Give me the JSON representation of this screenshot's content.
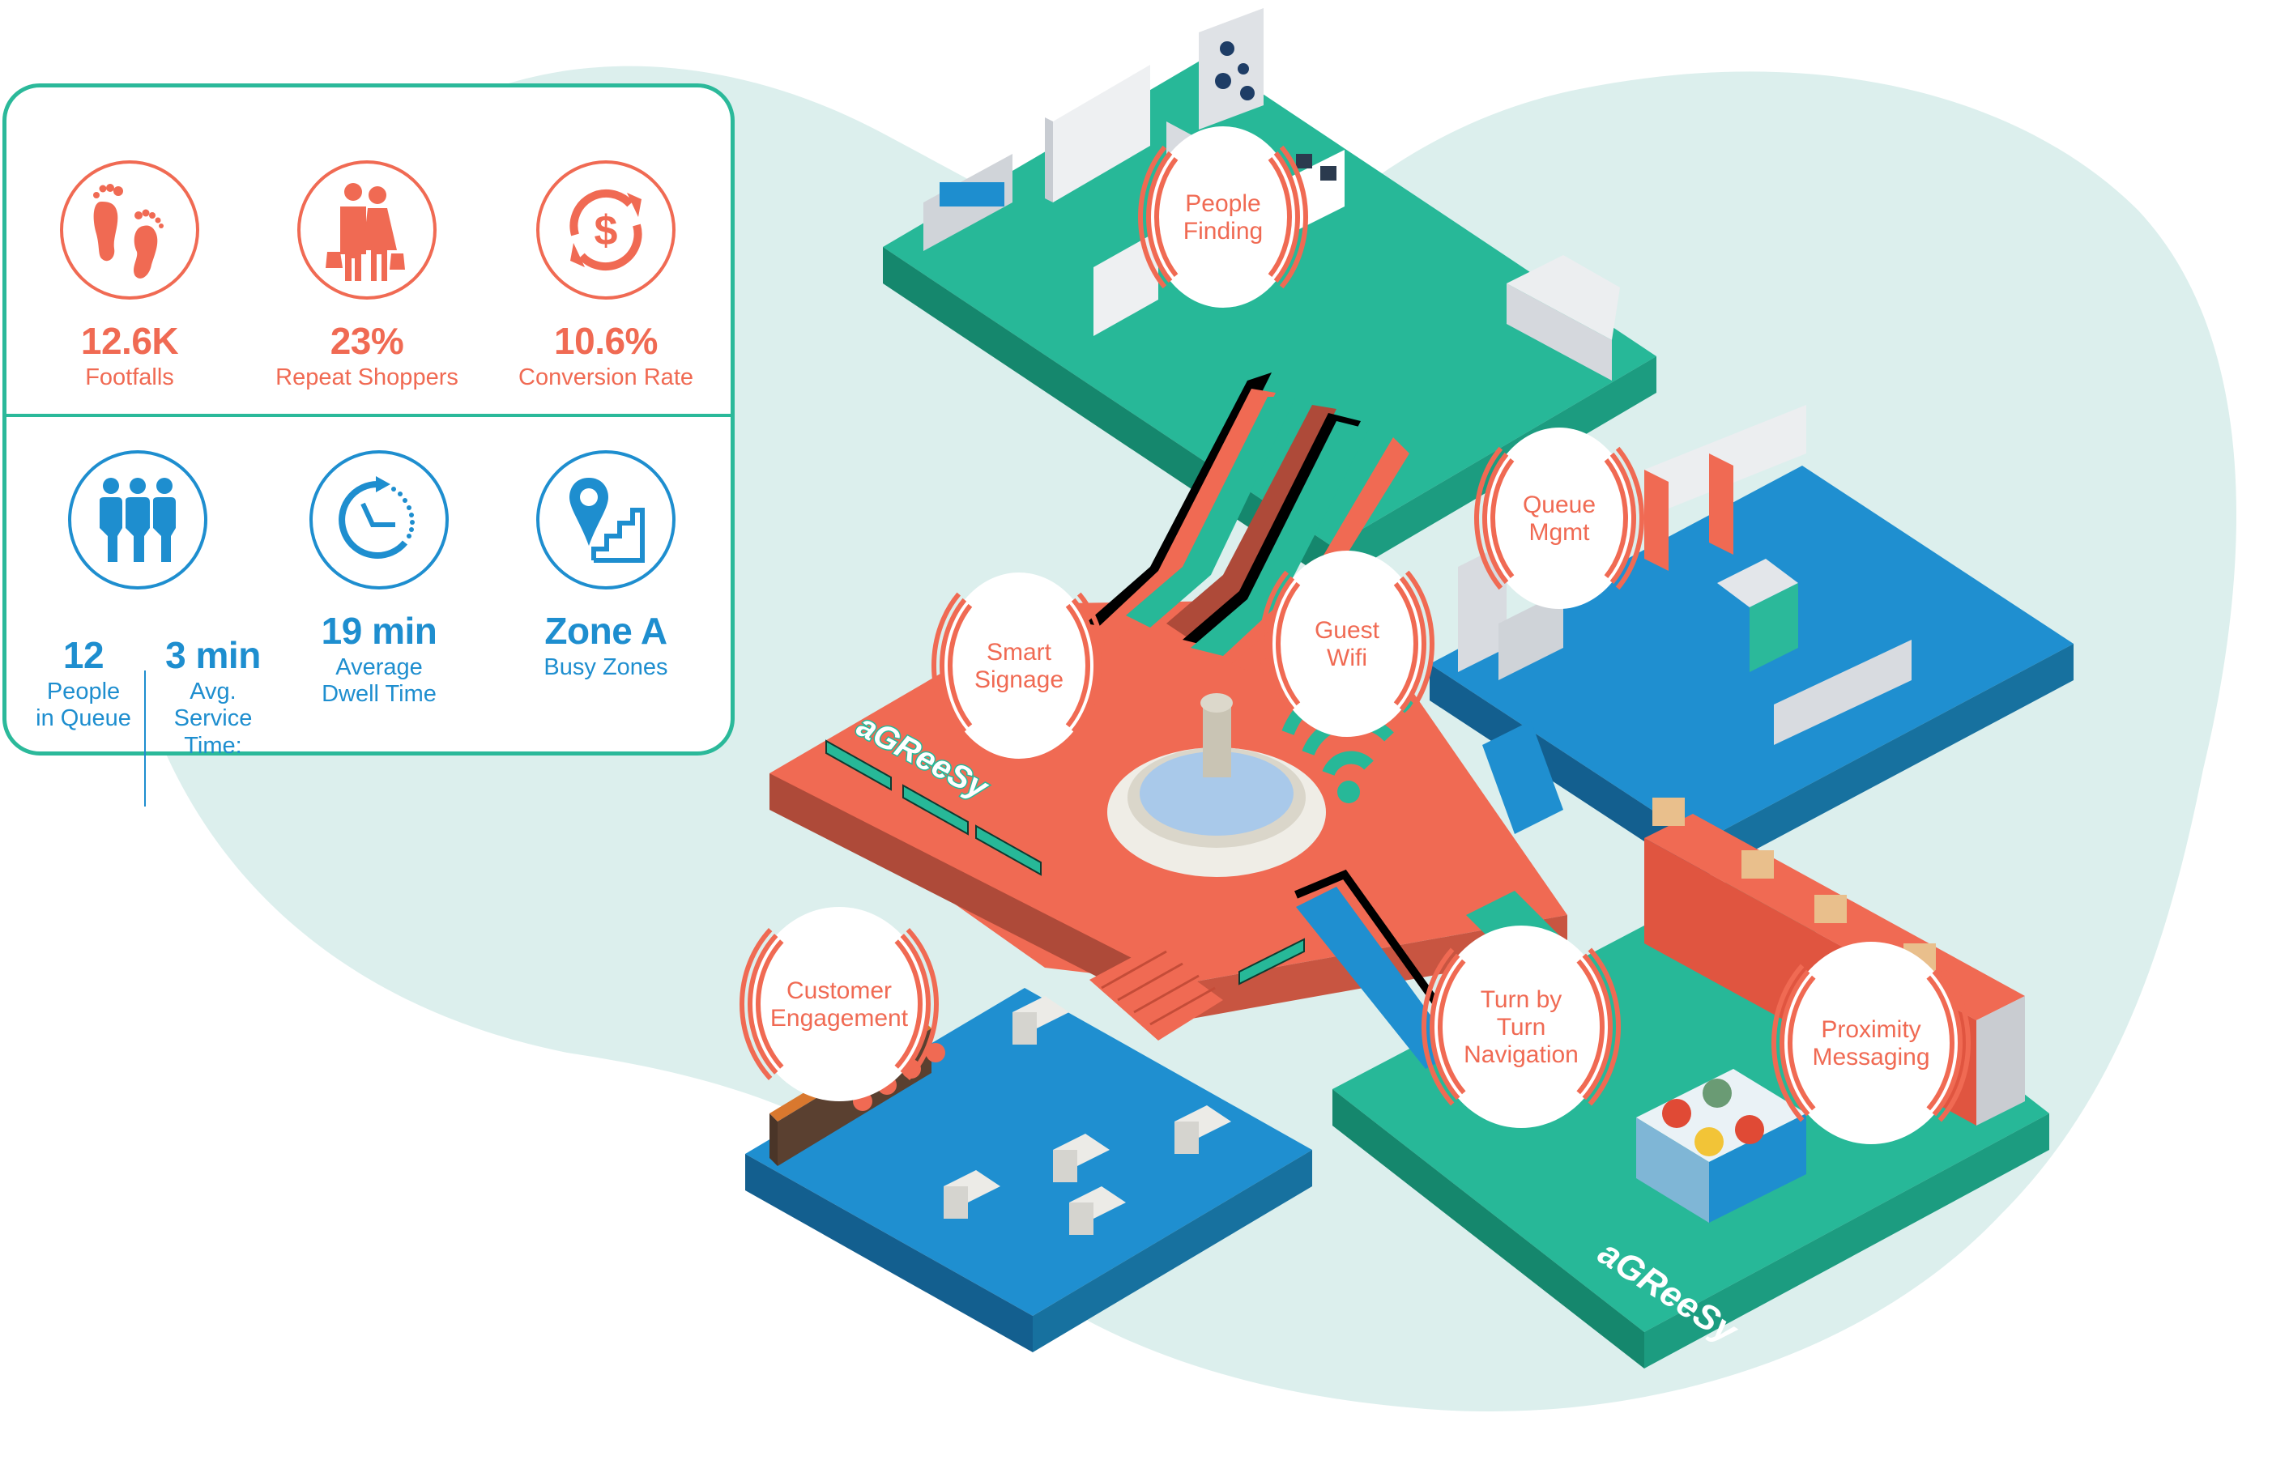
{
  "colors": {
    "coral": "#f06a53",
    "blue": "#1e8ecf",
    "teal": "#2bb99a",
    "blob": "#dcefed",
    "floor_green": "#27b898",
    "floor_blue": "#1f8fd0",
    "floor_red": "#f06a53"
  },
  "stats_panel": {
    "top_row": [
      {
        "icon": "footprints-icon",
        "value": "12.6K",
        "label": "Footfalls"
      },
      {
        "icon": "shoppers-couple-icon",
        "value": "23%",
        "label": "Repeat Shoppers"
      },
      {
        "icon": "dollar-cycle-icon",
        "value": "10.6%",
        "label": "Conversion Rate"
      }
    ],
    "bottom_row": {
      "queue": {
        "icon": "people-queue-icon",
        "people_value": "12",
        "people_label_line1": "People",
        "people_label_line2": "in Queue",
        "service_value": "3 min",
        "service_label_line1": "Avg.",
        "service_label_line2": "Service",
        "service_label_line3": "Time:"
      },
      "dwell": {
        "icon": "clock-cycle-icon",
        "value": "19 min",
        "label_line1": "Average",
        "label_line2": "Dwell Time"
      },
      "zone": {
        "icon": "location-stairs-icon",
        "value": "Zone A",
        "label": "Busy Zones"
      }
    }
  },
  "callouts": [
    {
      "id": "people-finding",
      "line1": "People",
      "line2": "Finding",
      "line3": ""
    },
    {
      "id": "queue-mgmt",
      "line1": "Queue",
      "line2": "Mgmt",
      "line3": ""
    },
    {
      "id": "smart-signage",
      "line1": "Smart",
      "line2": "Signage",
      "line3": ""
    },
    {
      "id": "guest-wifi",
      "line1": "Guest",
      "line2": "Wifi",
      "line3": ""
    },
    {
      "id": "customer-engagement",
      "line1": "Customer",
      "line2": "Engagement",
      "line3": ""
    },
    {
      "id": "turn-by-turn",
      "line1": "Turn by",
      "line2": "Turn",
      "line3": "Navigation"
    },
    {
      "id": "proximity-messaging",
      "line1": "Proximity",
      "line2": "Messaging",
      "line3": ""
    }
  ],
  "brand": {
    "logo_text": "aGReeSy"
  }
}
